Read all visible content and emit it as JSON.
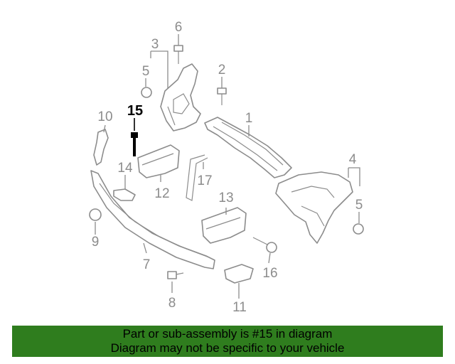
{
  "diagram": {
    "callouts": {
      "c1": "1",
      "c2": "2",
      "c3": "3",
      "c4": "4",
      "c5a": "5",
      "c5b": "5",
      "c6": "6",
      "c7": "7",
      "c8": "8",
      "c9": "9",
      "c10": "10",
      "c11": "11",
      "c12": "12",
      "c13": "13",
      "c14": "14",
      "c15": "15",
      "c16": "16",
      "c17": "17"
    },
    "highlighted_part": "15"
  },
  "banner": {
    "line1": "Part or sub-assembly is #15 in diagram",
    "line2": "Diagram may not be specific to your vehicle"
  },
  "colors": {
    "line_art": "#8c8c8c",
    "highlight": "#000000",
    "banner_bg": "#2f7d1e"
  }
}
